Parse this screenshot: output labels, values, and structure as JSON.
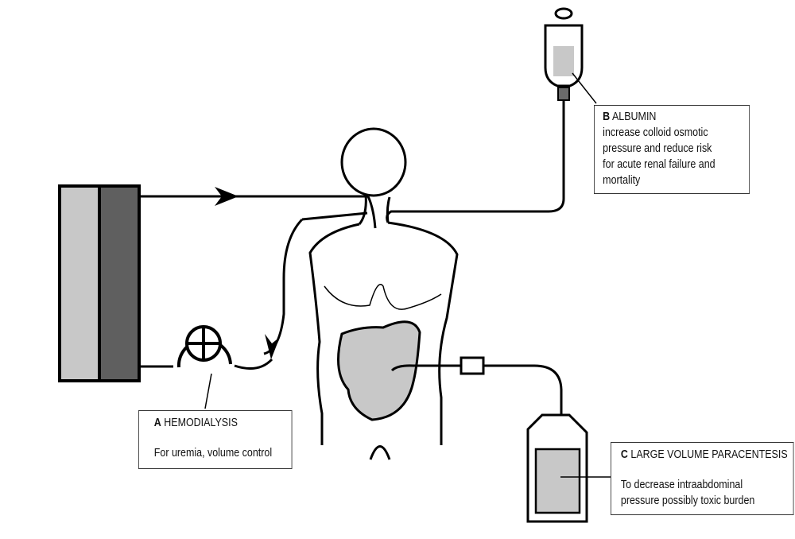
{
  "labels": {
    "a": {
      "letter": "A",
      "title": "HEMODIALYSIS",
      "description": "For uremia, volume control"
    },
    "b": {
      "letter": "B",
      "title": "ALBUMIN",
      "description_lines": [
        "increase colloid osmotic",
        "pressure and reduce risk",
        "for acute renal failure and",
        "mortality"
      ]
    },
    "c": {
      "letter": "C",
      "title": "LARGE VOLUME PARACENTESIS",
      "description_lines": [
        "To decrease intraabdominal",
        "pressure possibly toxic burden"
      ]
    }
  },
  "colors": {
    "line": "#000000",
    "dialyzer_light": "#c8c8c8",
    "dialyzer_dark": "#5f5f5f",
    "fluid_gray": "#c8c8c8",
    "connector_gray": "#6a6a6a"
  }
}
